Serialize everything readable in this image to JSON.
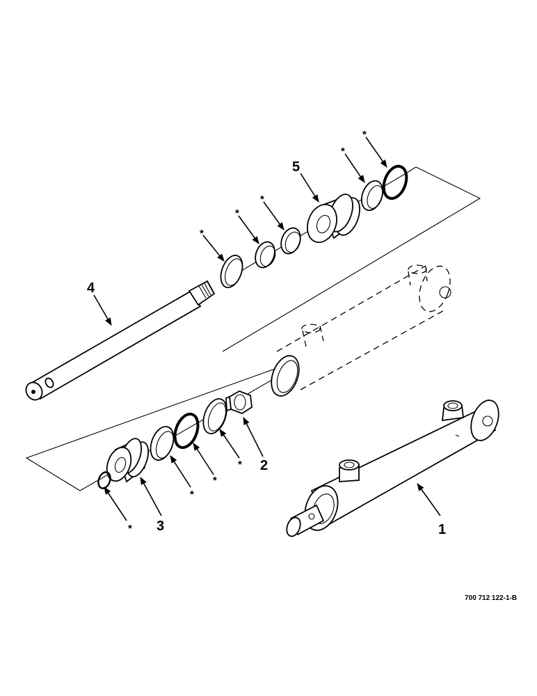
{
  "diagram": {
    "callouts": {
      "c1": "1",
      "c2": "2",
      "c3": "3",
      "c4": "4",
      "c5": "5"
    },
    "seal_marker": "*",
    "figure_reference": "700 712 122-1-B"
  }
}
